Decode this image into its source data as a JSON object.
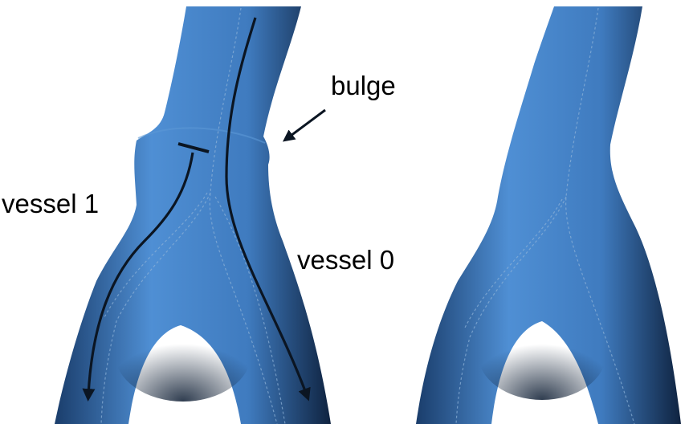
{
  "labels": {
    "bulge": "bulge",
    "vessel_1": "vessel 1",
    "vessel_0": "vessel 0"
  },
  "colors": {
    "vessel_light": "#4f8fd4",
    "vessel_mid": "#2f68a8",
    "vessel_dark": "#0f2340",
    "centerline": "#8fb3d8",
    "arrow": "#0b1522",
    "text": "#000000"
  },
  "panels": [
    "vessel-with-bulge",
    "vessel-smoothed"
  ]
}
